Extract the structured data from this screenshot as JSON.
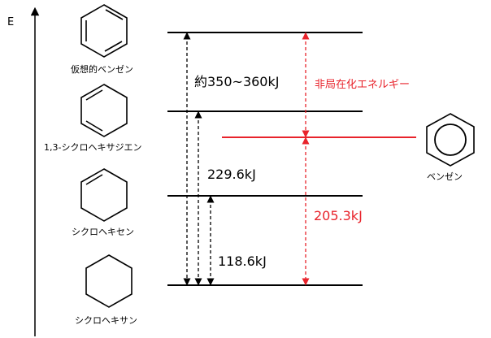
{
  "axis": {
    "label": "E"
  },
  "molecules": {
    "virtual_benzene": "仮想的ベンゼン",
    "cyclohexadiene": "1,3-シクロヘキサジエン",
    "cyclohexene": "シクロヘキセン",
    "cyclohexane": "シクロヘキサン",
    "benzene": "ベンゼン"
  },
  "energies": {
    "virtual_benzene_gap": "約350~360kJ",
    "cyclohexadiene_gap": "229.6kJ",
    "cyclohexene_gap": "118.6kJ",
    "benzene_gap": "205.3kJ",
    "resonance_label": "非局在化エネルギー"
  },
  "colors": {
    "accent": "#e8232b",
    "line": "#000000"
  }
}
